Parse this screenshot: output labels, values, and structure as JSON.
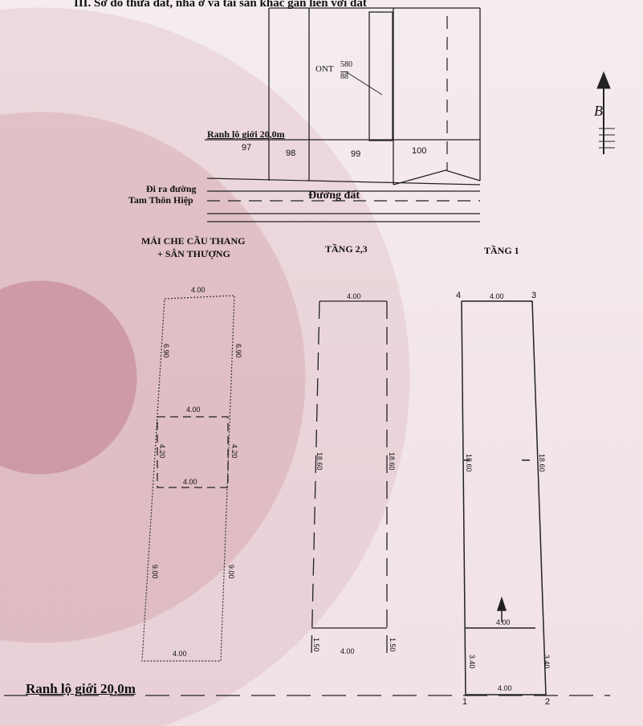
{
  "title": "III. Sơ đồ thửa đất, nhà ở và tài sản khác gắn liền với đất",
  "parcel": {
    "code": "ONT",
    "num_top": "580",
    "num_bottom": "88"
  },
  "north_letter": "B",
  "boundary_top": "Ranh lộ giới 20,0m",
  "lots": [
    "97",
    "98",
    "99",
    "100"
  ],
  "exit_road": {
    "line1": "Đi ra đường",
    "line2": "Tam Thôn Hiệp"
  },
  "road": "Đường  đất",
  "plans": {
    "roof": {
      "title_line1": "MÁI CHE CẦU THANG",
      "title_line2": "+ SÂN THƯỢNG",
      "top": "4.00",
      "left_upper": "6.90",
      "right_upper": "6.90",
      "inner_top": "4.00",
      "inner_left": "4.20",
      "inner_right": "4.20",
      "inner_bottom": "4.00",
      "left_lower": "9.00",
      "right_lower": "9.00",
      "bottom": "4.00"
    },
    "floor23": {
      "title": "TẦNG 2,3",
      "top": "4.00",
      "left": "18.60",
      "right": "18.60",
      "bottom": "4.00",
      "offset_left": "1.50",
      "offset_right": "1.50"
    },
    "floor1": {
      "title": "TẦNG 1",
      "top": "4.00",
      "left": "18.60",
      "right": "18.60",
      "inner": "4.00",
      "left_low": "3.40",
      "right_low": "3.40",
      "bottom": "4.00",
      "corners": [
        "1",
        "2",
        "3",
        "4"
      ]
    }
  },
  "boundary_bottom": "Ranh lộ giới 20,0m"
}
